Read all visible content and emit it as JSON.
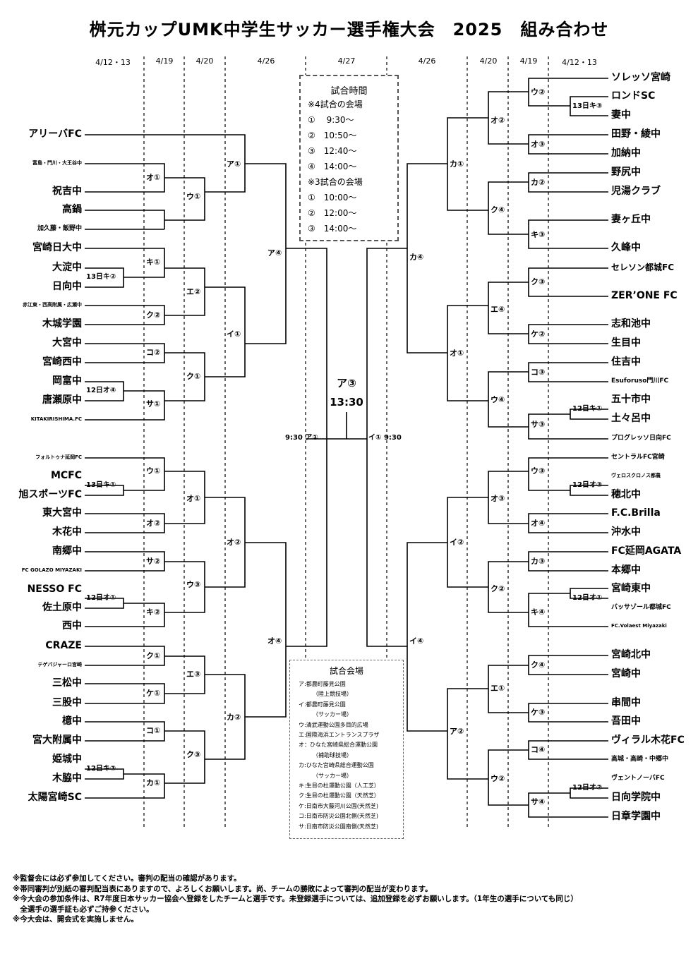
{
  "title": "桝元カップUMK中学生サッカー選手権大会　2025　組み合わせ",
  "dates": {
    "l1": "4/12・13",
    "l2": "4/19",
    "l3": "4/20",
    "l4": "4/26",
    "center": "4/27",
    "r4": "4/26",
    "r3": "4/20",
    "r2": "4/19",
    "r1": "4/12・13"
  },
  "time_box": {
    "heading": "試合時間",
    "lines": [
      "※4試合の会場",
      "①　 9:30～",
      "②　10:50～",
      "③　12:40～",
      "④　14:00～",
      "※3試合の会場",
      "①　10:00～",
      "②　12:00～",
      "③　14:00～"
    ]
  },
  "venue_box": {
    "heading": "試合会場",
    "lines": [
      "ア:都農町藤見公園",
      "　　　（陸上競技場）",
      "イ:都農町藤見公園",
      "　　　（サッカー場）",
      "ウ:清武運動公園多目的広場",
      "エ:国際海浜エントランスプラザ",
      "オ：ひなた宮崎県総合運動公園",
      "　　　（補助球技場）",
      "カ:ひなた宮崎県総合運動公園",
      "　　　（サッカー場）",
      "キ:生目の杜運動公園（人工芝）",
      "ク:生目の杜運動公園（天然芝）",
      "ケ:日南市大藤河川公園(天然芝)",
      "コ:日南市防災公園北側(天然芝)",
      "サ:日南市防災公園南側(天然芝)"
    ]
  },
  "final": {
    "match": "ア③",
    "time": "13:30",
    "left_semi": "9:30 ア①",
    "right_semi": "イ① 9:30"
  },
  "left_teams": [
    "アリーバFC",
    "富島・門川・大王谷中",
    "祝吉中",
    "高鍋",
    "加久藤・飯野中",
    "宮崎日大中",
    "大淀中",
    "日向中",
    "赤江東・西高附属・広瀬中",
    "木城学園",
    "大宮中",
    "宮崎西中",
    "岡富中",
    "唐瀬原中",
    "KITAKIRISHIMA.FC",
    "フォルトゥナ延岡FC",
    "MCFC",
    "旭スポーツFC",
    "東大宮中",
    "木花中",
    "南郷中",
    "FC GOLAZO MIYAZAKI",
    "NESSO FC",
    "佐土原中",
    "西中",
    "CRAZE",
    "テゲバジャーロ宮崎",
    "三松中",
    "三股中",
    "檍中",
    "宮大附属中",
    "姫城中",
    "木脇中",
    "太陽宮崎SC"
  ],
  "right_teams": [
    "ソレッソ宮崎",
    "ロンドSC",
    "妻中",
    "田野・綾中",
    "加納中",
    "野尻中",
    "児湯クラブ",
    "妻ヶ丘中",
    "久峰中",
    "セレソン都城FC",
    "ZER’ONE FC",
    "志和池中",
    "生目中",
    "住吉中",
    "Esuforuso門川FC",
    "五十市中",
    "土々呂中",
    "プログレッソ日向FC",
    "セントラルFC宮崎",
    "ヴェロスクロノス都農",
    "穂北中",
    "F.C.Brilla",
    "沖水中",
    "FC延岡AGATA",
    "本郷中",
    "宮崎東中",
    "バッサゾール都城FC",
    "FC.Volaest Miyazaki",
    "宮崎北中",
    "宮崎中",
    "串間中",
    "吾田中",
    "ヴィラル木花FC",
    "高城・高崎・中郷中",
    "ヴェントノーバFC",
    "日向学院中",
    "日章学園中"
  ],
  "left_matches": {
    "r1": [
      "13日キ②",
      "12日オ④",
      "13日キ①",
      "12日オ①",
      "12日キ③"
    ],
    "r2": [
      "オ①",
      "キ①",
      "ク②",
      "コ②",
      "サ①",
      "ウ①",
      "オ②",
      "サ②",
      "キ②",
      "ク①",
      "ケ①",
      "コ①",
      "カ①"
    ],
    "r3": [
      "ウ①",
      "エ②",
      "ク①",
      "オ①",
      "ウ③",
      "エ③",
      "ク③"
    ],
    "r4": [
      "ア①",
      "イ①",
      "オ②",
      "カ②"
    ],
    "r5": [
      "ア④",
      "オ④"
    ]
  },
  "right_matches": {
    "r1": [
      "13日キ③",
      "12日キ①",
      "12日オ③",
      "12日オ①",
      "12日オ②"
    ],
    "r2": [
      "ウ②",
      "オ③",
      "カ②",
      "キ③",
      "ク③",
      "ケ②",
      "コ③",
      "サ③",
      "ウ③",
      "オ④",
      "カ③",
      "キ④",
      "ク④",
      "ケ③",
      "コ④",
      "サ④"
    ],
    "r3": [
      "オ②",
      "ク④",
      "エ④",
      "ウ④",
      "オ③",
      "ク②",
      "エ①",
      "ウ②"
    ],
    "r4": [
      "カ①",
      "オ①",
      "イ②",
      "ア②"
    ],
    "r5": [
      "カ④",
      "イ④"
    ]
  },
  "notes": [
    "※監督会には必ず参加してください。審判の配当の確認があります。",
    "※帯同審判が別紙の審判配当表にありますので、よろしくお願いします。尚、チームの勝敗によって審判の配当が変わります。",
    "※今大会の参加条件は、R7年度日本サッカー協会へ登録をしたチームと選手です。未登録選手については、追加登録を必ずお願いします。（1年生の選手についても同じ）",
    "　全選手の選手証も必ずご持参ください。",
    "※今大会は、開会式を実施しません。"
  ]
}
